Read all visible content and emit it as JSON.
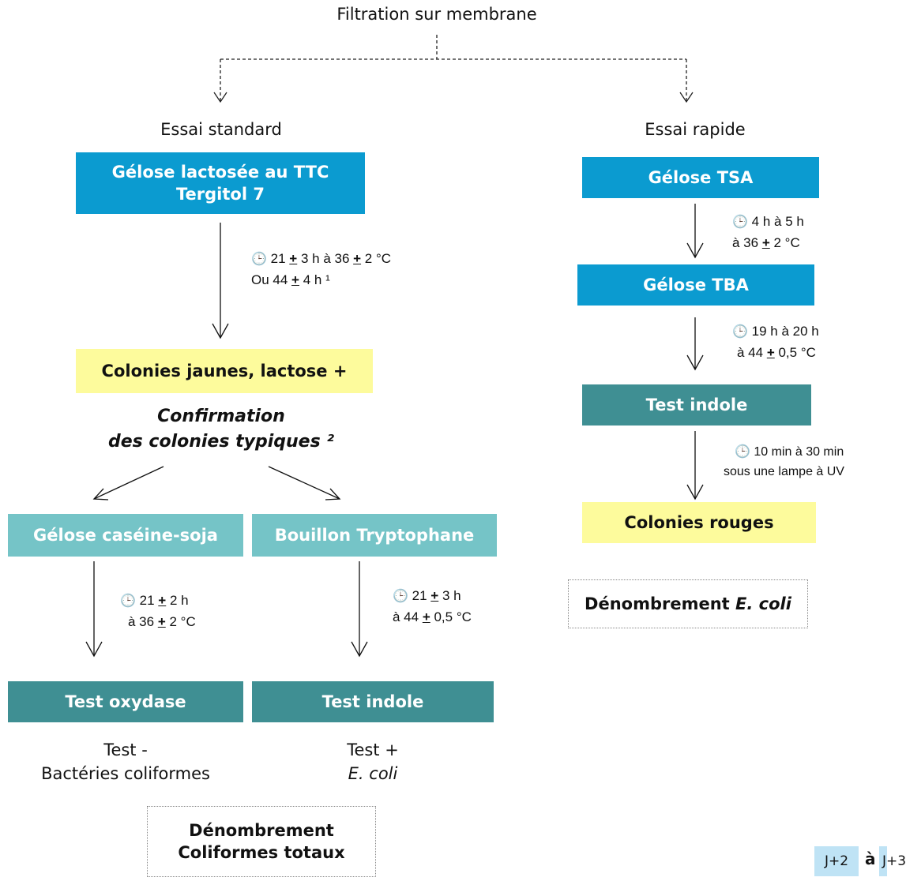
{
  "root": {
    "label": "Filtration sur membrane"
  },
  "standard": {
    "title": "Essai standard",
    "box1": {
      "line1": "Gélose lactosée au TTC",
      "line2": "Tergitol 7"
    },
    "cond1": {
      "line1_a": "21 ",
      "line1_pm": "+",
      "line1_b": " 3 h à 36 ",
      "line1_pm2": "+",
      "line1_c": " 2 °C",
      "line2_a": "Ou 44 ",
      "line2_pm": "+",
      "line2_b": " 4 h ¹"
    },
    "box2": "Colonies jaunes, lactose +",
    "confirmation": {
      "line1": "Confirmation",
      "line2": "des colonies typiques ²"
    },
    "left": {
      "box": "Gélose caséine-soja",
      "cond": {
        "line1_a": "21 ",
        "line1_pm": "+",
        "line1_b": " 2 h",
        "line2_a": "à 36 ",
        "line2_pm": "+",
        "line2_b": " 2 °C"
      },
      "test": "Test oxydase",
      "result": {
        "line1": "Test -",
        "line2": "Bactéries coliformes"
      }
    },
    "right": {
      "box": "Bouillon Tryptophane",
      "cond": {
        "line1_a": "21 ",
        "line1_pm": "+",
        "line1_b": " 3 h",
        "line2_a": "à 44 ",
        "line2_pm": "+",
        "line2_b": " 0,5 °C"
      },
      "test": "Test indole",
      "result": {
        "line1": "Test +",
        "line2": "E. coli"
      }
    },
    "count": {
      "line1": "Dénombrement",
      "line2": "Coliformes totaux"
    }
  },
  "rapid": {
    "title": "Essai rapide",
    "box1": "Gélose TSA",
    "cond1": {
      "line1": "4 h à 5 h",
      "line2_a": "à 36 ",
      "line2_pm": "+",
      "line2_b": " 2 °C"
    },
    "box2": "Gélose TBA",
    "cond2": {
      "line1": "19 h à 20 h",
      "line2_a": "à 44 ",
      "line2_pm": "+",
      "line2_b": " 0,5 °C"
    },
    "box3": "Test indole",
    "cond3": {
      "line1": "10 min à 30 min",
      "line2": "sous une lampe à UV"
    },
    "box4": "Colonies rouges",
    "count": {
      "line1_a": "Dénombrement ",
      "line1_b": "E. coli"
    }
  },
  "timeline": {
    "start": "J+2",
    "sep": "à",
    "end": "J+3"
  },
  "icons": {
    "clock": "clock-icon",
    "clock_glyph": "🕒"
  },
  "colors": {
    "blue": "#0b9bd0",
    "light_teal": "#75c4c7",
    "dark_teal": "#3f8f93",
    "yellow": "#fdfb9c"
  }
}
